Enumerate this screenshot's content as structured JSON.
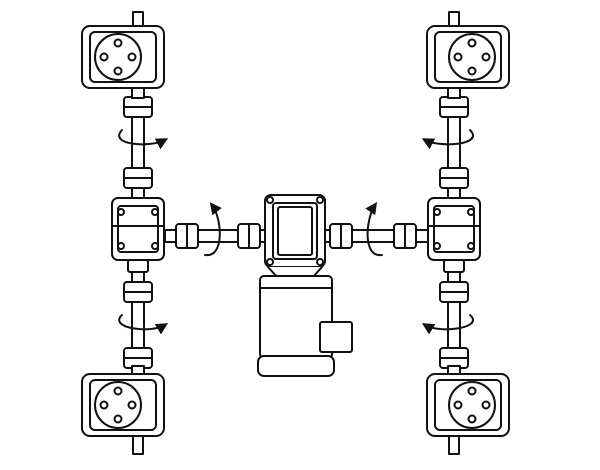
{
  "diagram": {
    "style": {
      "stroke": "#111111",
      "fill": "#ffffff"
    },
    "components": {
      "jack_units": [
        "top-left",
        "top-right",
        "bottom-left",
        "bottom-right"
      ],
      "bevel_gearboxes": [
        "left",
        "right"
      ],
      "drive_unit": "center-gearbox-with-motor"
    }
  }
}
